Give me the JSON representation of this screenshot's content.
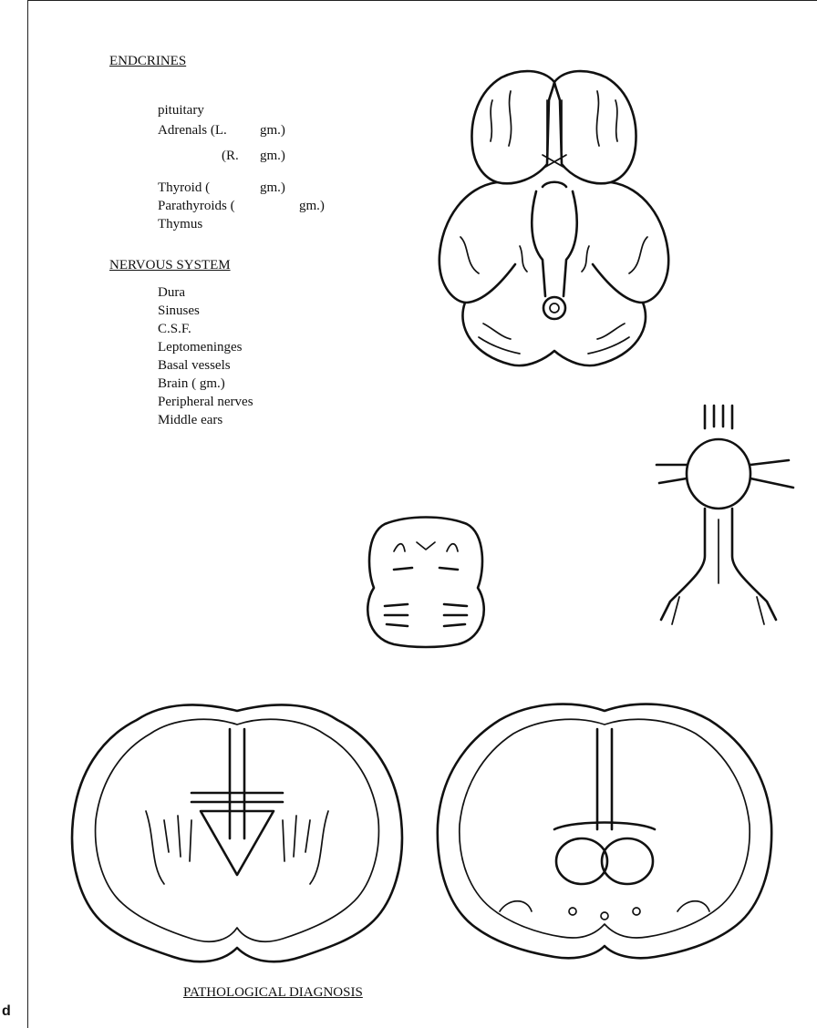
{
  "figure_label": "d",
  "endocrines": {
    "heading": "ENDCRINES",
    "items": [
      {
        "name": "pituitary",
        "unit": ""
      },
      {
        "name": "Adrenals (L.",
        "unit": "gm.)"
      },
      {
        "name": "(R.",
        "unit": "gm.)"
      },
      {
        "name": "Thyroid (",
        "unit": "gm.)"
      },
      {
        "name": "Parathyroids (",
        "unit": "gm.)"
      },
      {
        "name": "Thymus",
        "unit": ""
      }
    ]
  },
  "nervous_system": {
    "heading": "NERVOUS SYSTEM",
    "items": [
      "Dura",
      "Sinuses",
      "C.S.F.",
      "Leptomeninges",
      "Basal vessels",
      "Brain (   gm.)",
      "Peripheral nerves",
      "Middle ears"
    ]
  },
  "footer": {
    "heading": "PATHOLOGICAL DIAGNOSIS"
  },
  "diagrams": {
    "brain_base": "brain-base-icon",
    "brainstem_section": "brainstem-section-icon",
    "circle_of_willis": "circle-of-willis-icon",
    "coronal_anterior": "coronal-section-anterior-icon",
    "coronal_posterior": "coronal-section-posterior-icon"
  }
}
